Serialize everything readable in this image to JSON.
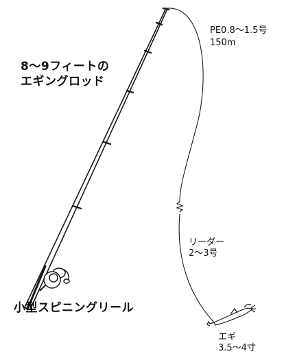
{
  "labels": {
    "rod_line1": "8〜9フィートの",
    "rod_line2": "エギングロッド",
    "reel": "小型スピニングリール",
    "main_line_1": "PE0.8〜1.5号",
    "main_line_2": "150m",
    "leader_1": "リーダー",
    "leader_2": "2〜3号",
    "egi_1": "エギ",
    "egi_2": "3.5〜4寸"
  },
  "colors": {
    "line": "#1a1a1a",
    "background": "#ffffff"
  }
}
